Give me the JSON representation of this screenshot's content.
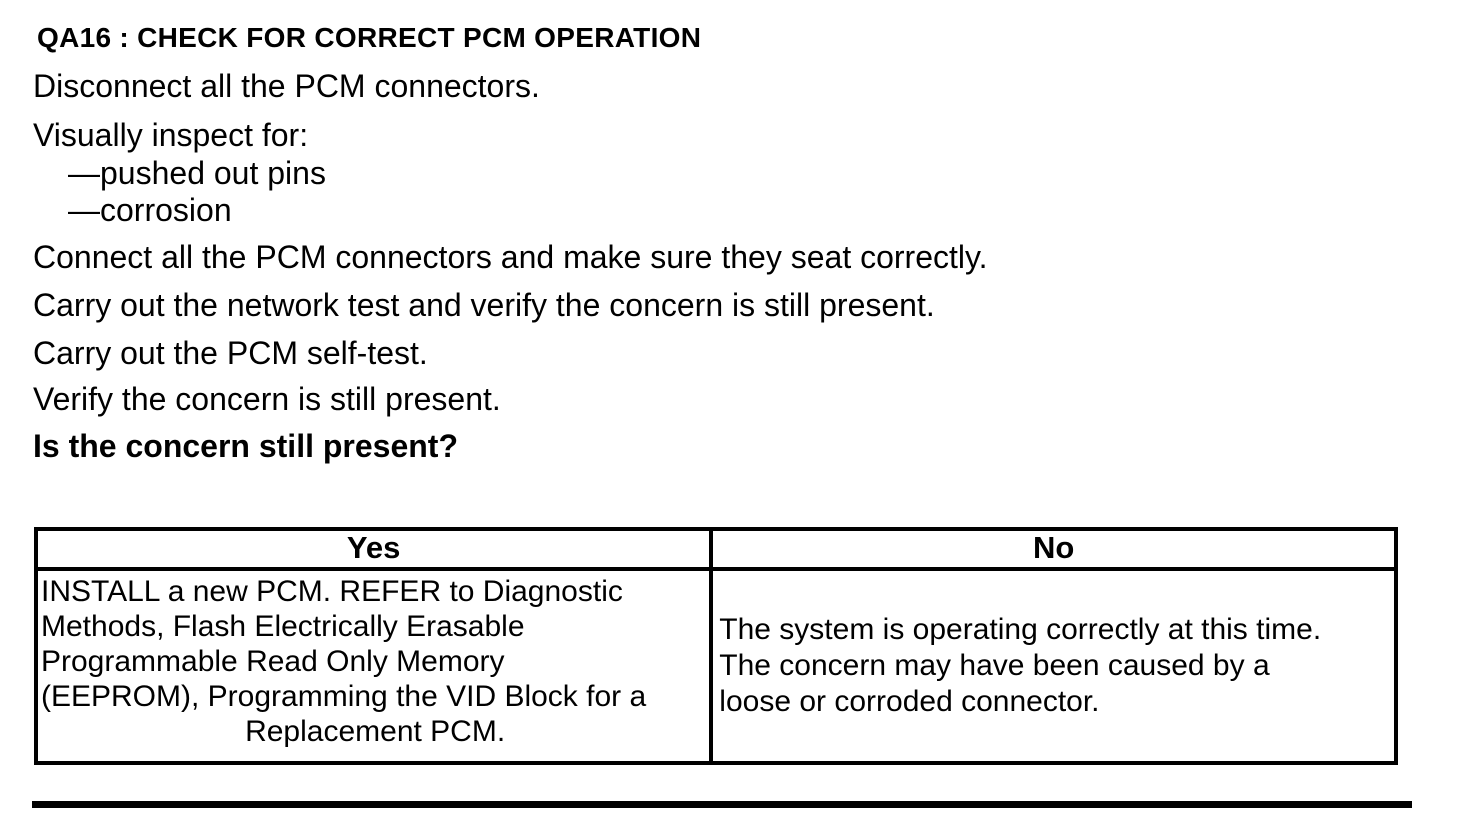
{
  "colors": {
    "text": "#000000",
    "background": "#ffffff",
    "table_border": "#000000"
  },
  "document": {
    "heading": "QA16 : CHECK FOR CORRECT PCM OPERATION",
    "steps": {
      "disconnect": "Disconnect all the PCM connectors.",
      "inspect_intro": "Visually inspect for:",
      "inspect_item_1": "—pushed out pins",
      "inspect_item_2": "—corrosion",
      "connect": "Connect all the PCM connectors and make sure they seat correctly.",
      "network_test": "Carry out the network test and verify the concern is still present.",
      "self_test": "Carry out the PCM self-test.",
      "verify": "Verify the concern is still present.",
      "question": "Is the concern still present?"
    }
  },
  "result_table": {
    "headers": [
      "Yes",
      "No"
    ],
    "yes_lines": [
      "INSTALL a new PCM. REFER to Diagnostic",
      "Methods, Flash Electrically Erasable",
      "Programmable Read Only Memory",
      "(EEPROM), Programming the VID Block for a",
      "Replacement PCM."
    ],
    "no_lines": [
      "The system is operating correctly at this time.",
      "The concern may have been caused by a",
      "loose or corroded connector."
    ]
  }
}
